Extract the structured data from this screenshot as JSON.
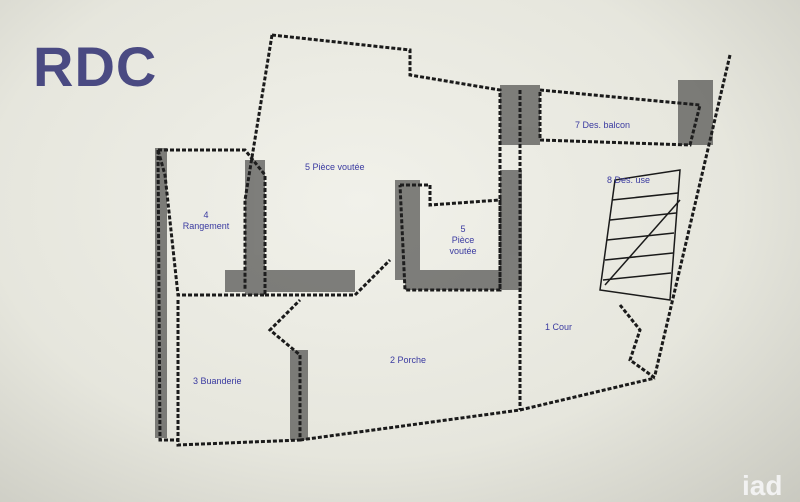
{
  "title": "RDC",
  "rooms": [
    {
      "label": "5 Pièce voutée"
    },
    {
      "num": "4",
      "name": "Rangement"
    },
    {
      "num": "5",
      "name": "Pièce",
      "name2": "voutée"
    },
    {
      "label": "7 Des. balcon"
    },
    {
      "label": "8 Des. use"
    },
    {
      "label": "1 Cour"
    },
    {
      "label": "2 Porche"
    },
    {
      "label": "3 Buanderie"
    }
  ],
  "logo": {
    "text": "iad",
    "color": "#f2f2f2"
  },
  "colors": {
    "title": "#4a4a82",
    "room_label": "#3a3aa0",
    "wall": "#1a1a1a"
  }
}
